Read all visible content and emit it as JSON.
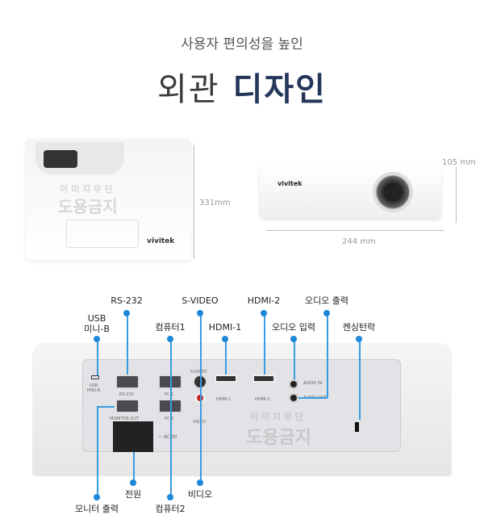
{
  "header": {
    "subtitle": "사용자 편의성을 높인",
    "title_part1": "외관",
    "title_part2": "디자인"
  },
  "dimensions": {
    "depth": "331mm",
    "height": "105 mm",
    "width": "244 mm"
  },
  "brand": "vivitek",
  "watermark": {
    "line1": "이 미 지 무 단",
    "line2": "도용금지"
  },
  "callouts": {
    "usb": "USB\n미니-B",
    "rs232": "RS-232",
    "svideo": "S-VIDEO",
    "hdmi2": "HDMI-2",
    "audio_out": "오디오 출력",
    "pc1": "컴퓨터1",
    "hdmi1": "HDMI-1",
    "audio_in": "오디오 입력",
    "kensington": "켄싱턴락",
    "monitor_out": "모니터 출력",
    "power": "전원",
    "pc2": "컴퓨터2",
    "video": "비디오"
  },
  "panel_labels": {
    "usb": "USB\nMINI-B",
    "rs232": "RS-232",
    "pc1": "PC 1",
    "pc2": "PC 2",
    "monitor_out": "MONITOR OUT",
    "svideo": "S-VIDEO",
    "video": "VIDEO",
    "hdmi1": "HDMI-1",
    "hdmi2": "HDMI-2",
    "audio_in": "AUDIO IN",
    "audio_out": "AUDIO OUT",
    "ac_in": "~ AC IN"
  },
  "colors": {
    "accent": "#1e88d8",
    "title": "#24365a"
  }
}
